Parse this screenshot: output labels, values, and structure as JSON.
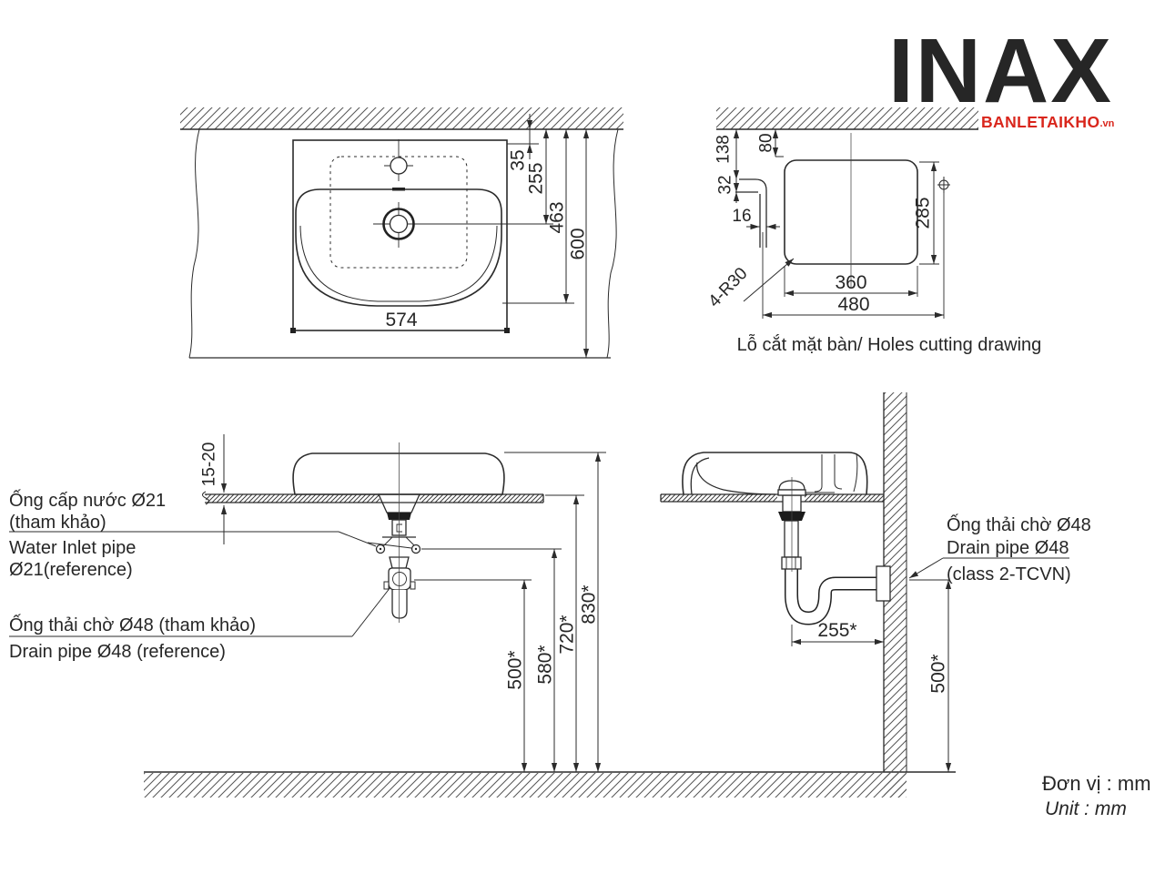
{
  "brand": {
    "logo": "INAX",
    "watermark": "BANLETAIKHO",
    "watermark_suffix": ".vn",
    "accent_red": "#d9261c",
    "line_color": "#2b2b2b"
  },
  "top_view": {
    "dims": {
      "back_offset": "35",
      "drain_offset": "255",
      "inner_depth": "463",
      "total_depth": "600",
      "width": "574"
    }
  },
  "cutout": {
    "caption": "Lỗ cắt mặt bàn/ Holes cutting drawing",
    "dims": {
      "d138": "138",
      "d80": "80",
      "d32": "32",
      "d16": "16",
      "d285": "285",
      "d360": "360",
      "d480": "480",
      "radius": "4-R30"
    }
  },
  "front": {
    "dims": {
      "thickness": "15-20",
      "h500": "500*",
      "h580": "580*",
      "h720": "720*",
      "h830": "830*"
    },
    "labels": {
      "supply_vi": "Ống cấp nước Ø21",
      "supply_vi2": "(tham khảo)",
      "supply_en": "Water Inlet pipe",
      "supply_en2": "Ø21(reference)",
      "drain_vi": "Ống thải chờ Ø48 (tham khảo)",
      "drain_en": "Drain pipe Ø48 (reference)"
    }
  },
  "side": {
    "dims": {
      "offset255": "255*",
      "h500": "500*"
    },
    "labels": {
      "l1": "Ống thải chờ Ø48",
      "l2": "Drain pipe Ø48",
      "l3": "(class 2-TCVN)"
    }
  },
  "footer": {
    "unit_vi": "Đơn vị : mm",
    "unit_en": "Unit : mm"
  }
}
